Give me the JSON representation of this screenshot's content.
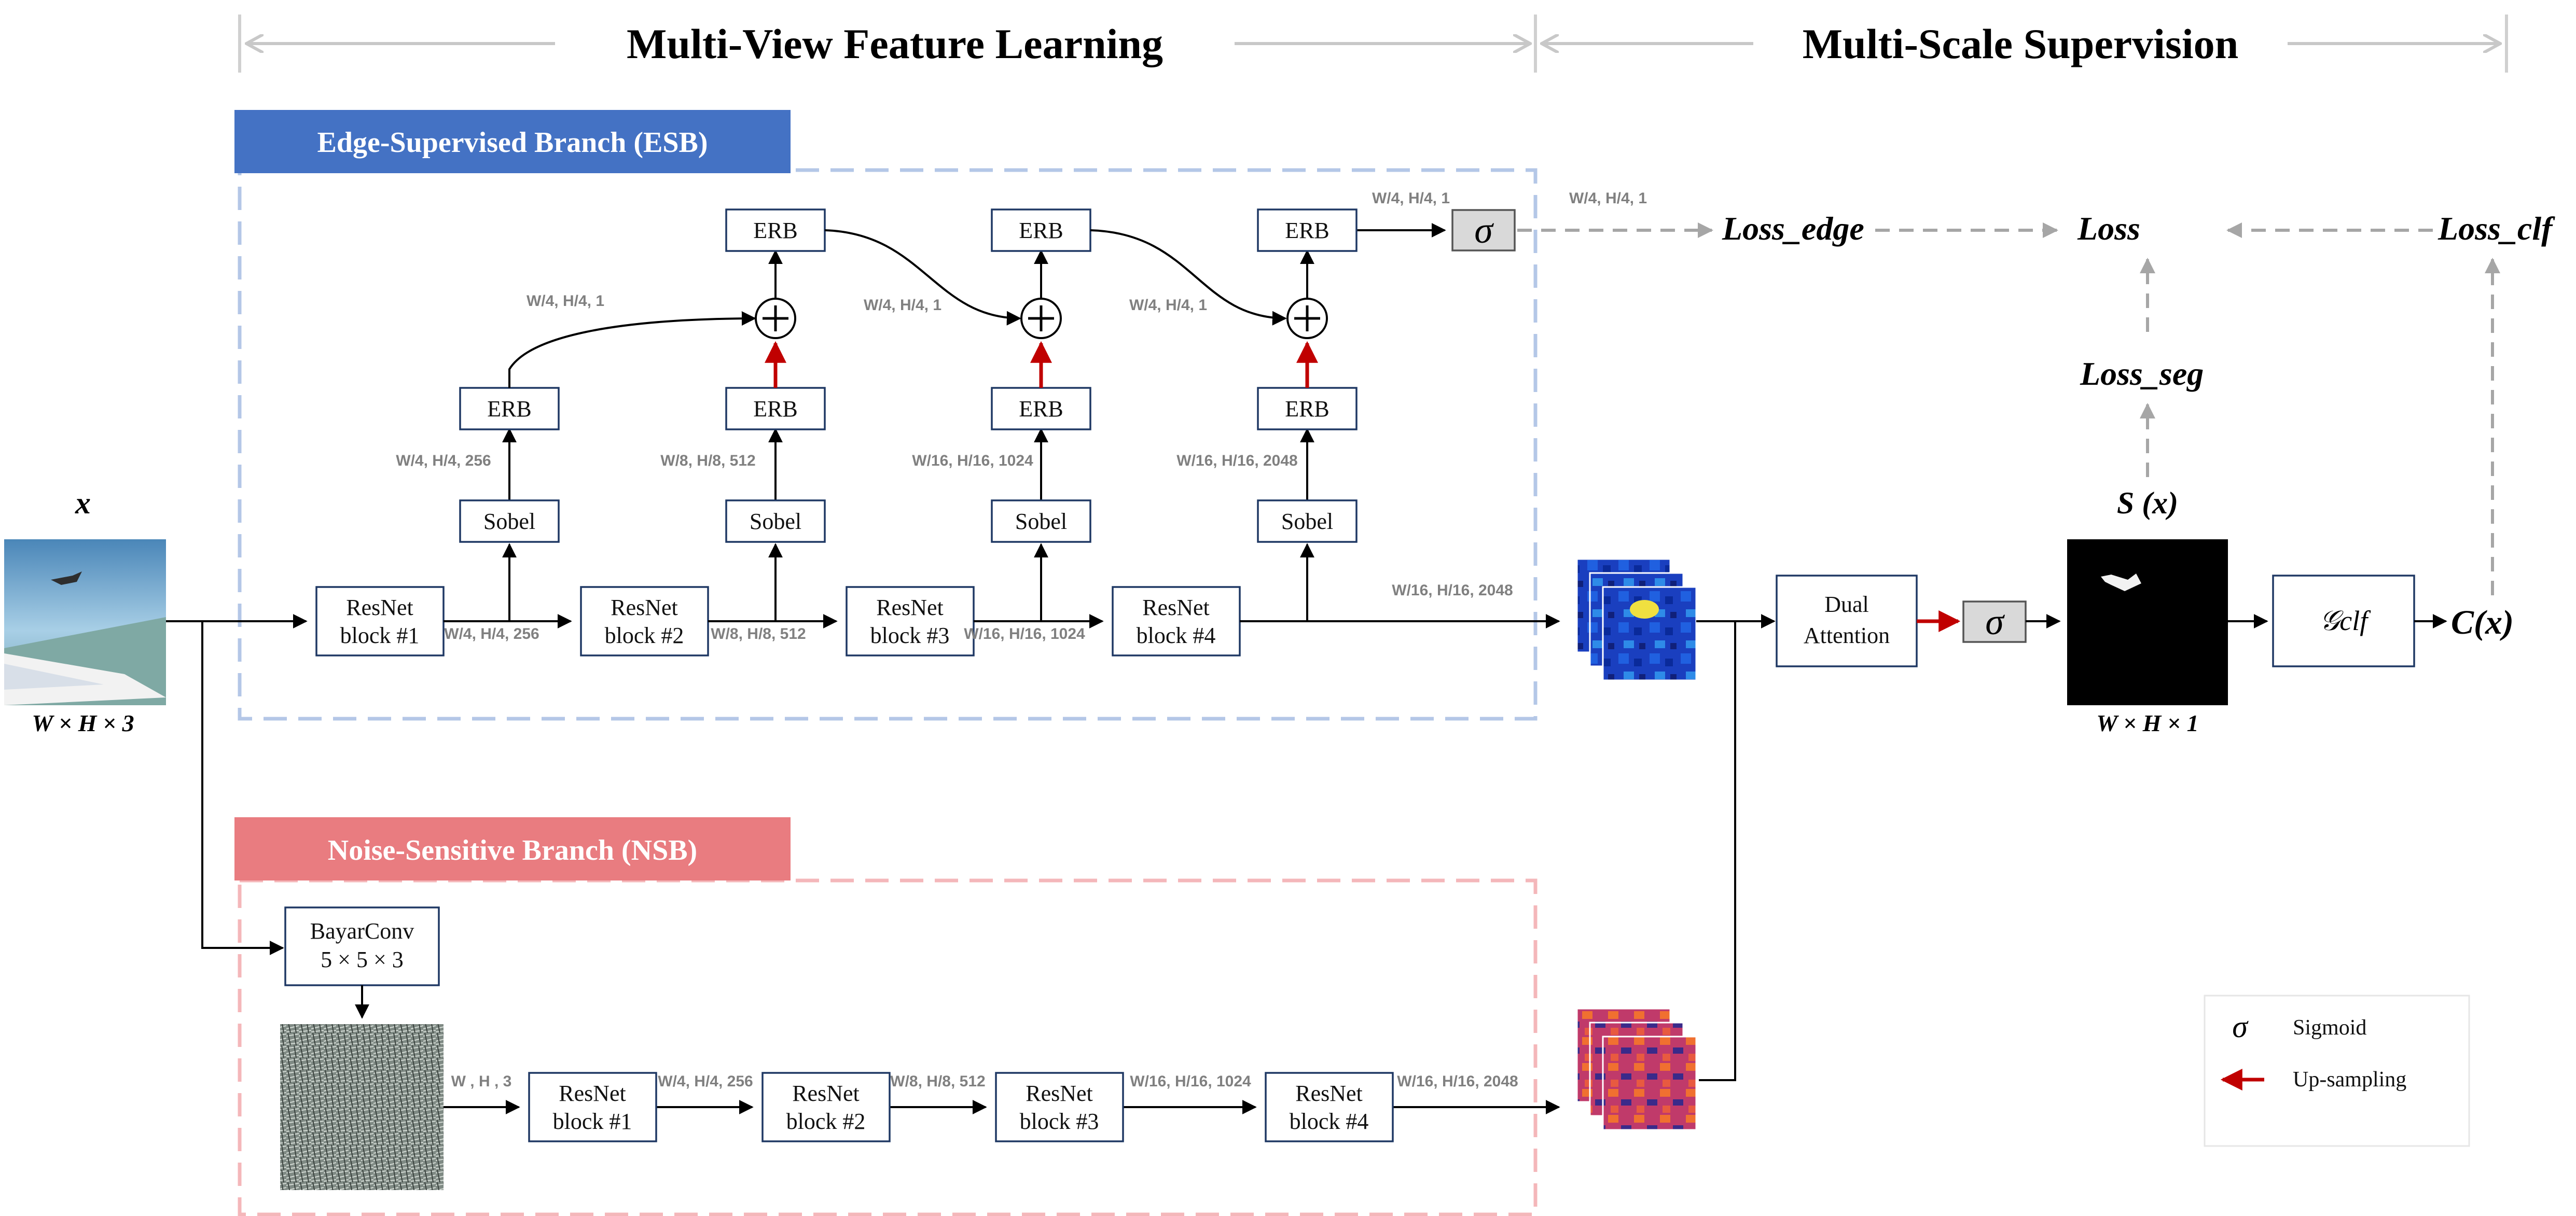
{
  "headers": {
    "left": "Multi-View Feature Learning",
    "right": "Multi-Scale Supervision"
  },
  "branches": {
    "esb": "Edge-Supervised Branch (ESB)",
    "nsb": "Noise-Sensitive Branch (NSB)"
  },
  "labels": {
    "input_x": "x",
    "input_dim": "W × H × 3",
    "mask_dim": "W × H × 1",
    "seg_out": "S (x)",
    "clf_out": "C(x)",
    "sigma": "σ"
  },
  "blocks": {
    "resnet1": [
      "ResNet",
      "block #1"
    ],
    "resnet2": [
      "ResNet",
      "block #2"
    ],
    "resnet3": [
      "ResNet",
      "block #3"
    ],
    "resnet4": [
      "ResNet",
      "block #4"
    ],
    "erb": "ERB",
    "sobel": "Sobel",
    "bayar": [
      "BayarConv",
      "5 × 5 × 3"
    ],
    "dual_attention": [
      "Dual",
      "Attention"
    ],
    "gclf": "𝒢clf"
  },
  "losses": {
    "loss": "Loss",
    "edge": "Loss_edge",
    "seg": "Loss_seg",
    "clf": "Loss_clf"
  },
  "dims": {
    "w4_256": "W/4, H/4, 256",
    "w8_512": "W/8, H/8, 512",
    "w16_1024": "W/16, H/16, 1024",
    "w16_2048": "W/16, H/16, 2048",
    "w4_1": "W/4, H/4, 1",
    "w_h_3": "W , H , 3"
  },
  "legend": {
    "sigmoid": "Sigmoid",
    "upsampling": "Up-sampling"
  },
  "colors": {
    "esb_blue": "#4472c4",
    "nsb_pink": "#e97c80",
    "upsample_red": "#c00000",
    "dashed_gray": "#a6a6a6"
  }
}
